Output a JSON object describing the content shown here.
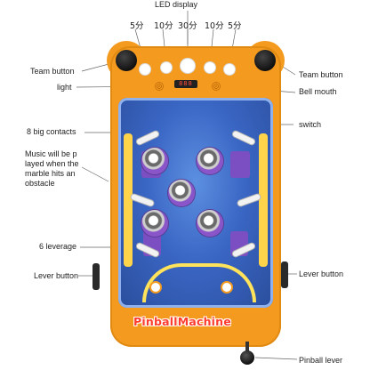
{
  "labels": {
    "led_display": "LED display",
    "team_button_left": "Team button",
    "team_button_right": "Team button",
    "light": "light",
    "bell_mouth": "Bell mouth",
    "big_contacts": "8 big contacts",
    "switch": "switch",
    "music_note": "Music will be p layed when the marble hits an obstacle",
    "leverage": "6 leverage",
    "lever_button_left": "Lever button",
    "lever_button_right": "Lever button",
    "pinball_lever": "Pinball lever"
  },
  "top_scores": [
    "5分",
    "10分",
    "30分",
    "10分",
    "5分"
  ],
  "led_value": "888",
  "logo_text": "PinballMachine",
  "colors": {
    "body_orange": "#f39a1f",
    "playfield_blue": "#3a66c4",
    "logo_red": "#ff3c2f"
  }
}
